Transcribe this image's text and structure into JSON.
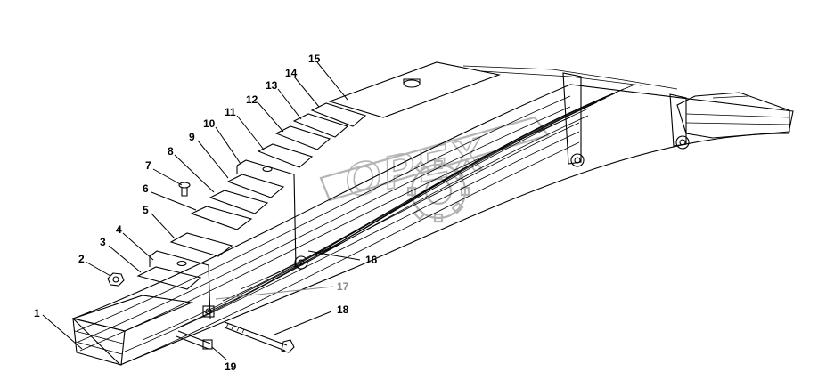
{
  "watermark": {
    "text": "OPEX",
    "icon": "gear-icon"
  },
  "callouts": [
    {
      "id": "1",
      "label": "1"
    },
    {
      "id": "2",
      "label": "2"
    },
    {
      "id": "3",
      "label": "3"
    },
    {
      "id": "4",
      "label": "4"
    },
    {
      "id": "5",
      "label": "5"
    },
    {
      "id": "6",
      "label": "6"
    },
    {
      "id": "7",
      "label": "7"
    },
    {
      "id": "8",
      "label": "8"
    },
    {
      "id": "9",
      "label": "9"
    },
    {
      "id": "10",
      "label": "10"
    },
    {
      "id": "11",
      "label": "11"
    },
    {
      "id": "12",
      "label": "12"
    },
    {
      "id": "13",
      "label": "13"
    },
    {
      "id": "14",
      "label": "14"
    },
    {
      "id": "15",
      "label": "15"
    },
    {
      "id": "16",
      "label": "16"
    },
    {
      "id": "17",
      "label": "17",
      "color": "#8a8a8a"
    },
    {
      "id": "18",
      "label": "18"
    },
    {
      "id": "19",
      "label": "19"
    }
  ],
  "colors": {
    "ink": "#000000",
    "watermark": "#b4b4b4",
    "muted_label": "#8a8a8a"
  }
}
